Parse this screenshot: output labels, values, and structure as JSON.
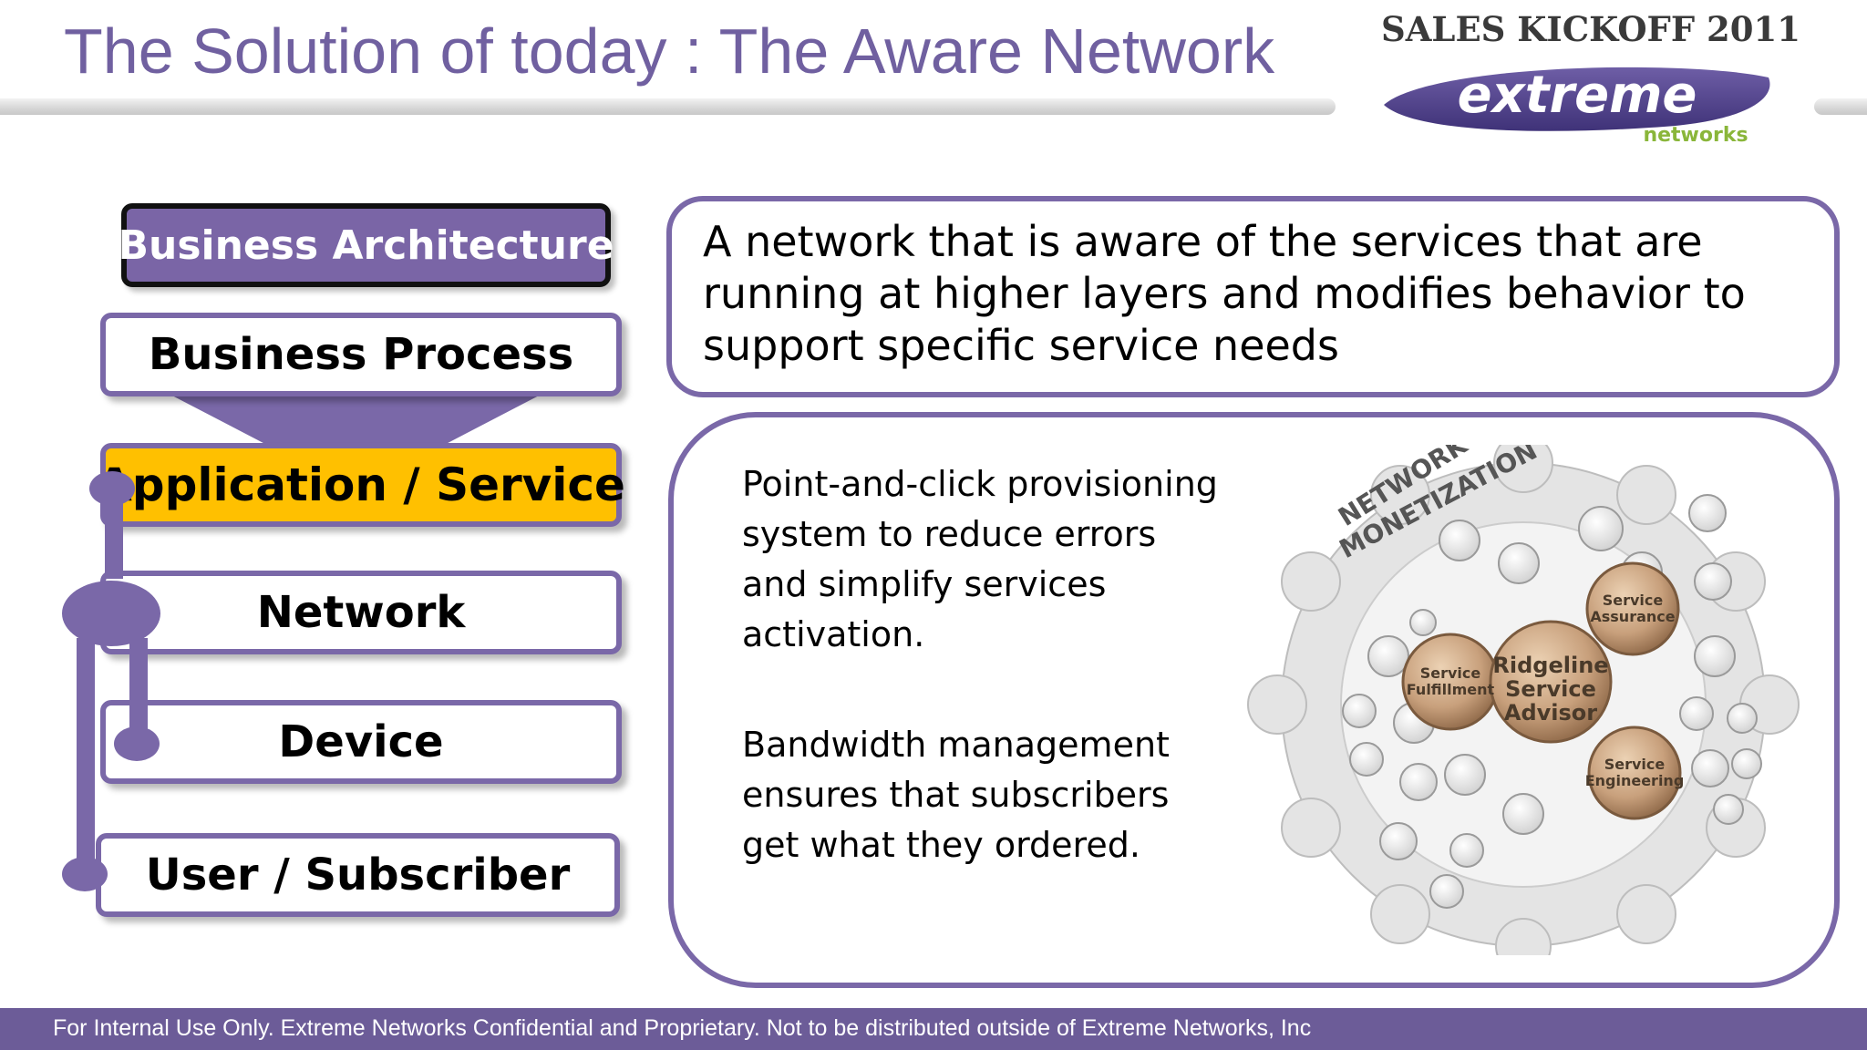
{
  "header": {
    "title": "The Solution of today : The Aware Network",
    "event": "SALES KICKOFF 2011",
    "logo_word": "extreme",
    "logo_sub": "networks"
  },
  "layers": [
    "Business Architecture",
    "Business Process",
    "Application / Service",
    "Network",
    "Device",
    "User / Subscriber"
  ],
  "definition": "A network that is aware of the services that are running at higher layers and modifies behavior to support specific service needs",
  "benefits": [
    "Point-and-click provisioning system to reduce errors and simplify services activation.",
    "Bandwidth management ensures that subscribers get what they ordered."
  ],
  "graphic": {
    "arc_title_1": "NETWORK",
    "arc_title_2": "MONETIZATION",
    "center_1": "Ridgeline",
    "center_2": "Service",
    "center_3": "Advisor",
    "fulfillment_1": "Service",
    "fulfillment_2": "Fulfillment",
    "assurance_1": "Service",
    "assurance_2": "Assurance",
    "engineering_1": "Service",
    "engineering_2": "Engineering"
  },
  "footer": {
    "text": "For Internal Use Only. Extreme Networks Confidential and Proprietary. Not to be distributed outside of Extreme Networks, Inc"
  },
  "colors": {
    "purple": "#7a68a8",
    "title_purple": "#7060a0",
    "highlight": "#ffc000",
    "footer": "#6c5c98"
  }
}
